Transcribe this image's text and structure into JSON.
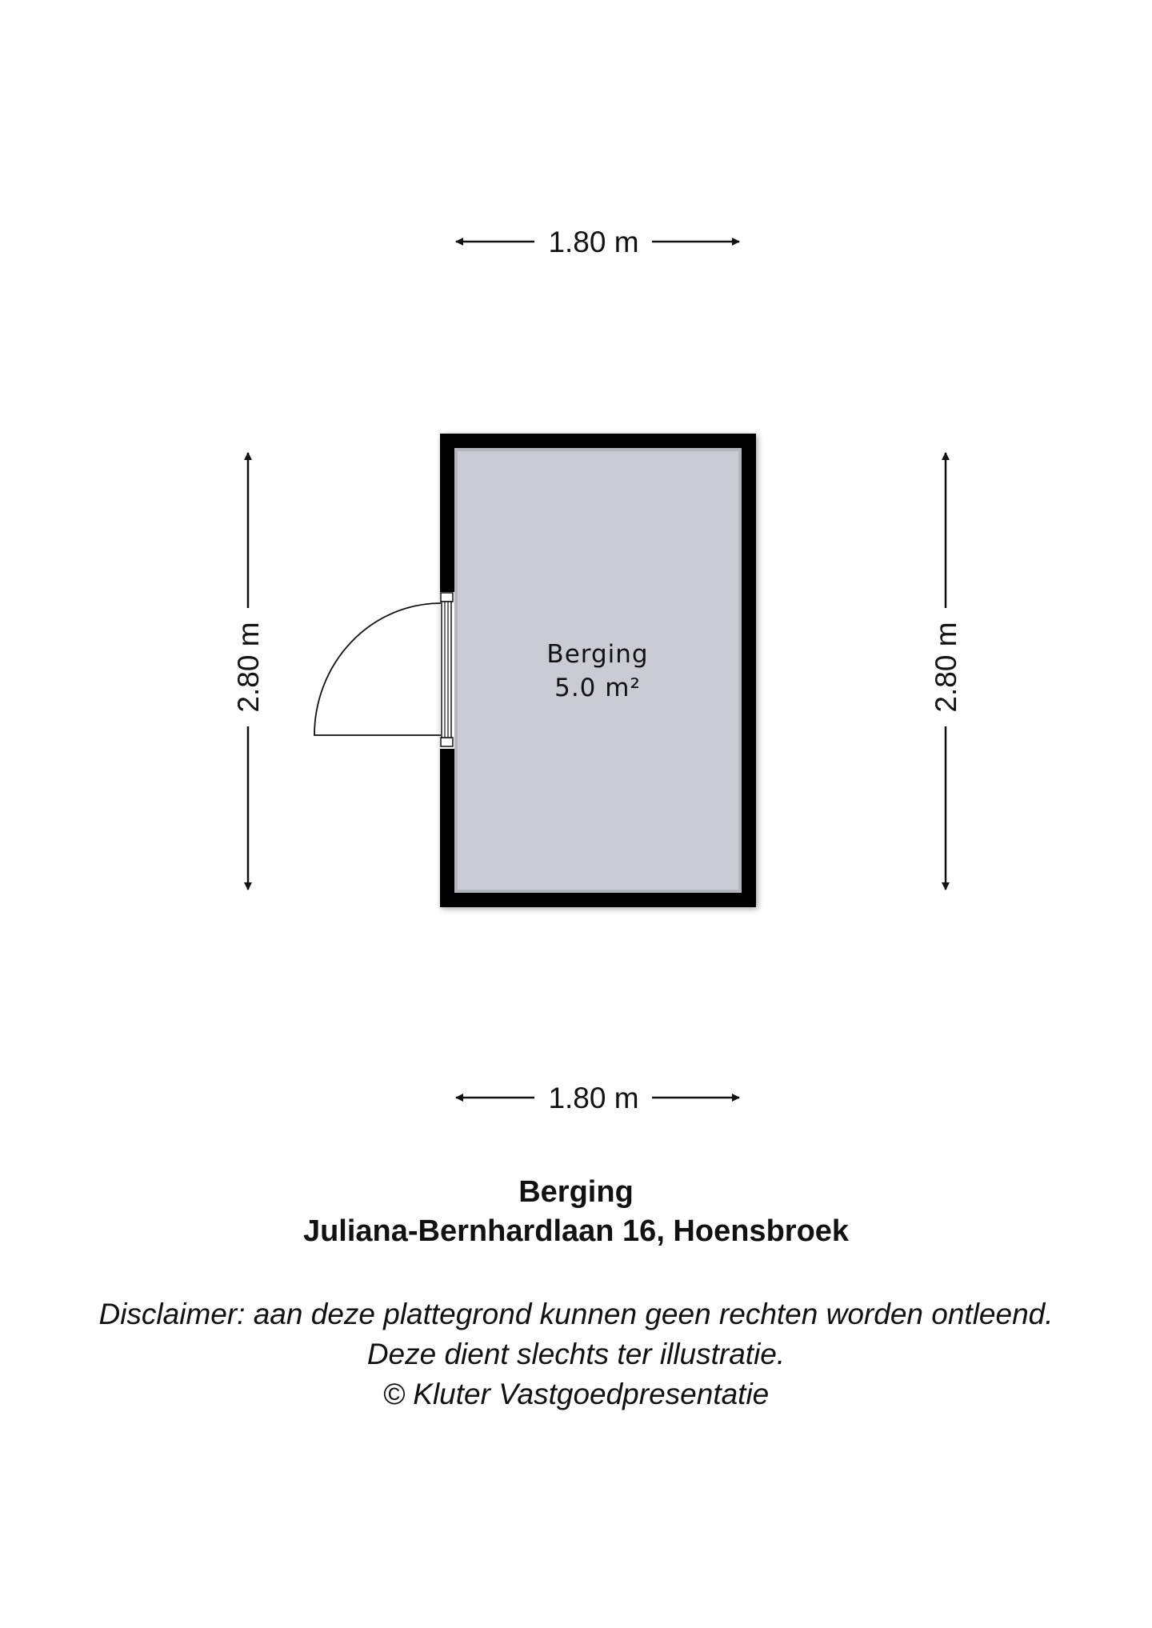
{
  "floorplan": {
    "room": {
      "name": "Berging",
      "area": "5.0 m²",
      "fill_color": "#c9ccd3",
      "wall_color": "#000000"
    },
    "dimensions": {
      "top": "1.80 m",
      "bottom": "1.80 m",
      "left": "2.80 m",
      "right": "2.80 m"
    }
  },
  "caption": {
    "title": "Berging",
    "address": "Juliana-Bernhardlaan 16, Hoensbroek"
  },
  "disclaimer": {
    "line1": "Disclaimer: aan deze plattegrond kunnen geen rechten worden ontleend.",
    "line2": "Deze dient slechts ter illustratie.",
    "line3": "© Kluter Vastgoedpresentatie"
  }
}
